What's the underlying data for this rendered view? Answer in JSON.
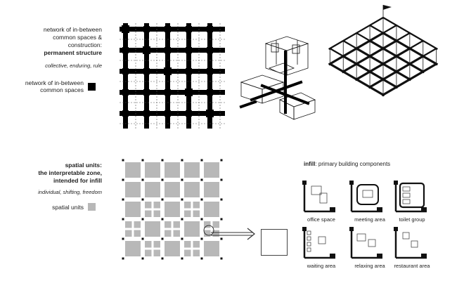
{
  "structure": {
    "heading_lines": [
      "network of in-between",
      "common spaces &",
      "construction:"
    ],
    "heading_bold": "permanent structure",
    "subtitle": "collective, enduring, rule",
    "legend_label_lines": [
      "network of in-between",
      "common spaces"
    ],
    "legend_color": "#000000"
  },
  "infill_section": {
    "heading_lines": [
      "spatial units:",
      "the interpretable zone,",
      "intended for infill"
    ],
    "subtitle": "individual, shifting, freedom",
    "legend_label": "spatial units",
    "legend_color": "#b8b8b8"
  },
  "components": {
    "title_bold": "infill",
    "title_rest": ": primary building components",
    "items": [
      {
        "name": "office space"
      },
      {
        "name": "meeting area"
      },
      {
        "name": "toilet group"
      },
      {
        "name": "waiting area"
      },
      {
        "name": "relaxing area"
      },
      {
        "name": "restaurant area"
      }
    ]
  }
}
